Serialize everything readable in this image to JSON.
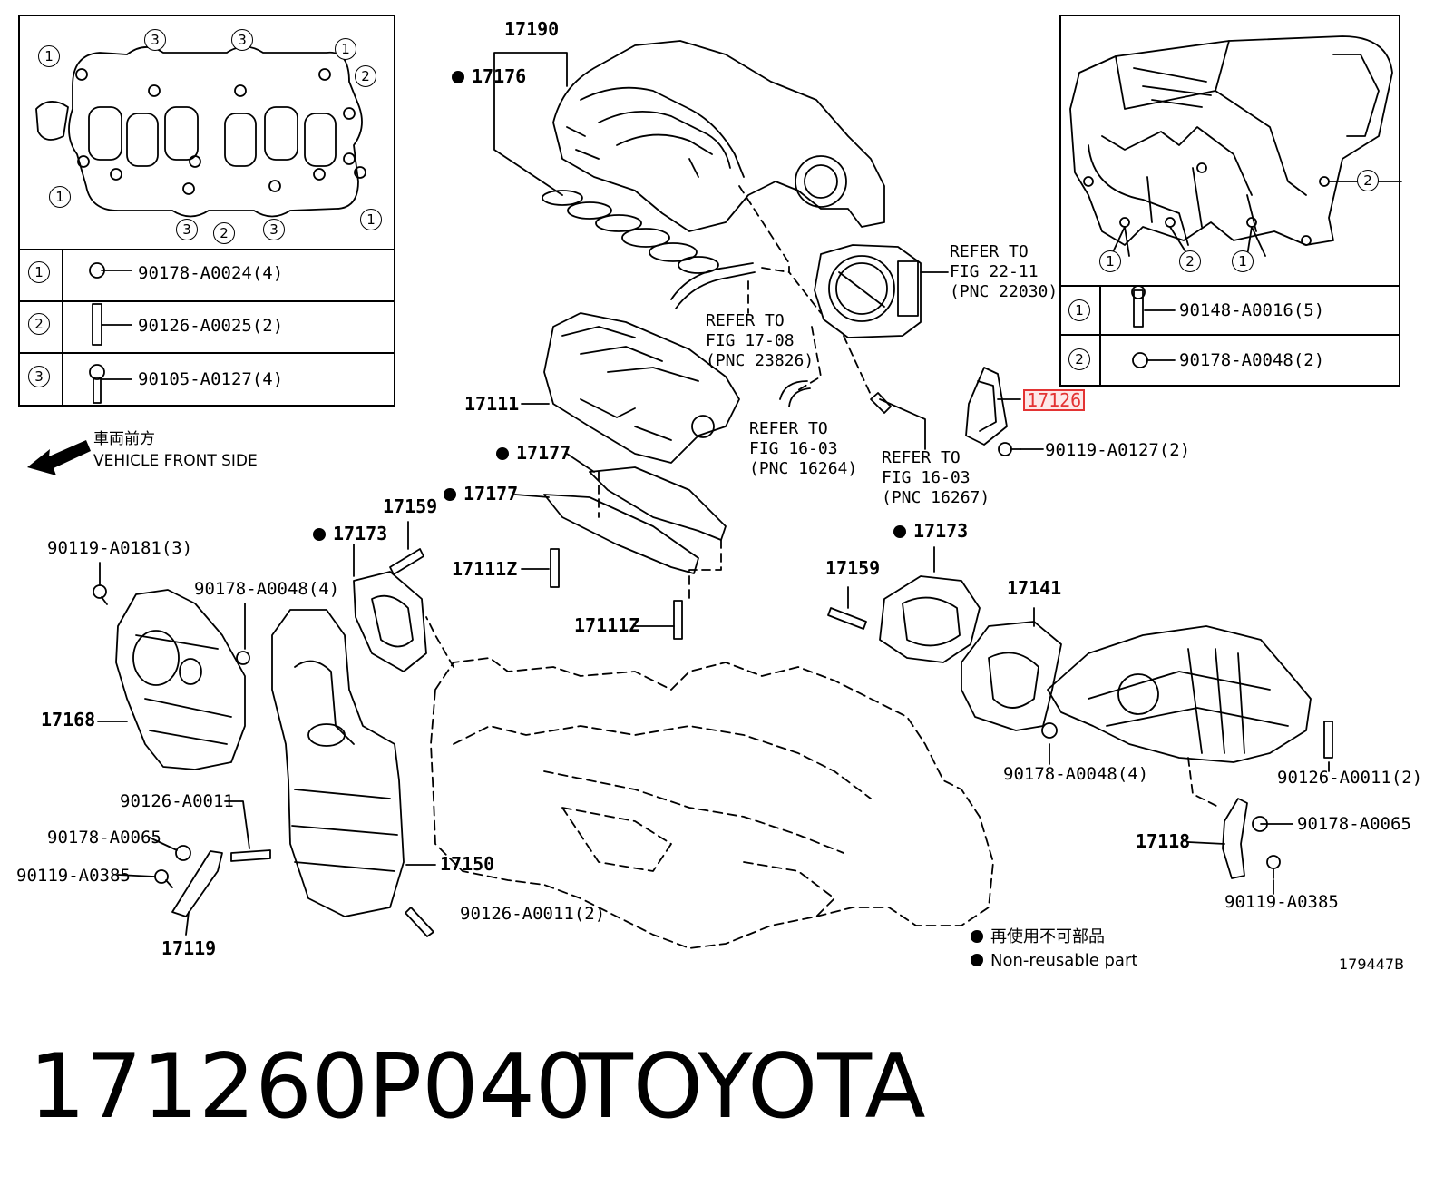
{
  "top_left_legend": [
    {
      "num": "1",
      "part": "90178-A0024(4)"
    },
    {
      "num": "2",
      "part": "90126-A0025(2)"
    },
    {
      "num": "3",
      "part": "90105-A0127(4)"
    }
  ],
  "top_right_legend": [
    {
      "num": "1",
      "part": "90148-A0016(5)"
    },
    {
      "num": "2",
      "part": "90178-A0048(2)"
    }
  ],
  "callout_numbers": {
    "one": "1",
    "two": "2",
    "three": "3"
  },
  "direction": {
    "jp": "車両前方",
    "en": "VEHICLE FRONT SIDE"
  },
  "labels": {
    "p17190": "17190",
    "p17176": "17176",
    "p17111": "17111",
    "p17177a": "17177",
    "p17177b": "17177",
    "p17159a": "17159",
    "p17173a": "17173",
    "p17111z_a": "17111Z",
    "p17111z_b": "17111Z",
    "p17159b": "17159",
    "p17173b": "17173",
    "p17141": "17141",
    "p17168": "17168",
    "p17150": "17150",
    "p17119": "17119",
    "p17118": "17118",
    "p17126": "17126",
    "b_90119_A0127": "90119-A0127(2)",
    "b_90119_A0181": "90119-A0181(3)",
    "b_90178_A0048_4a": "90178-A0048(4)",
    "b_90178_A0048_4b": "90178-A0048(4)",
    "b_90126_A0011_2a": "90126-A0011(2)",
    "b_90126_A0011_2b": "90126-A0011(2)",
    "b_90126_A0011": "90126-A0011",
    "b_90178_A0065a": "90178-A0065",
    "b_90178_A0065b": "90178-A0065",
    "b_90119_A0385a": "90119-A0385",
    "b_90119_A0385b": "90119-A0385"
  },
  "refs": {
    "r1": "REFER TO\nFIG 22-11\n(PNC 22030)",
    "r2": "REFER TO\nFIG 17-08\n(PNC 23826)",
    "r3": "REFER TO\nFIG 16-03\n(PNC 16264)",
    "r4": "REFER TO\nFIG 16-03\n(PNC 16267)"
  },
  "note": {
    "jp": "再使用不可部品",
    "en": "Non-reusable part"
  },
  "figure_id": "179447B",
  "caption": {
    "part_number": "171260P040",
    "brand": "TOYOTA"
  },
  "highlight_color": "#e33333"
}
